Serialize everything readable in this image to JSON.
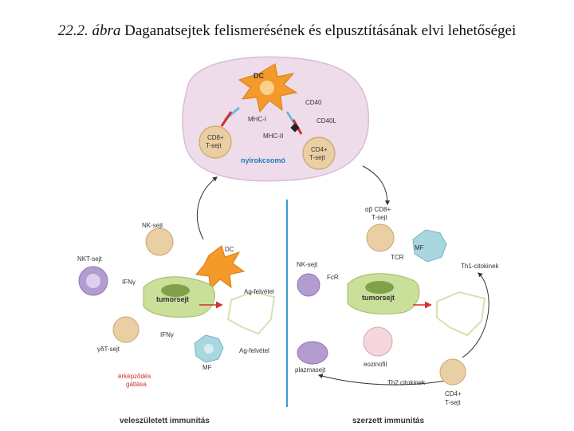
{
  "caption": {
    "number": "22.2. ábra",
    "title": "Daganatsejtek felismerésének és elpusztításának elvi lehetőségei"
  },
  "lymph_node": {
    "label": "nyirokcsomó",
    "dc": "DC",
    "cd40": "CD40",
    "cd40l": "CD40L",
    "mhc1": "MHC-I",
    "mhc2": "MHC-II",
    "cd8_line1": "CD8+",
    "cd8_line2": "T-sejt",
    "cd4_line1": "CD4+",
    "cd4_line2": "T-sejt"
  },
  "innate": {
    "nk": "NK-sejt",
    "nkt": "NKT-sejt",
    "ifn1": "IFNγ",
    "ifn2": "IFNγ",
    "gdt": "γδT-sejt",
    "dc": "DC",
    "tumor": "tumorsejt",
    "ag1": "Ag-felvétel",
    "ag2": "Ag-felvétel",
    "mf": "MF",
    "angio_line1": "érképződés",
    "angio_line2": "gátlása",
    "footer": "veleszületett immunitás"
  },
  "adaptive": {
    "cd8_line1": "αβ CD8+",
    "cd8_line2": "T-sejt",
    "nk": "NK-sejt",
    "tcr": "TCR",
    "fcr": "FcR",
    "mf": "MF",
    "th1": "Th1-citokinek",
    "tumor": "tumorsejt",
    "eos": "eozinofil",
    "plasma": "plazmasejt",
    "th2": "Th2 citokinek",
    "cd4_line1": "CD4+",
    "cd4_line2": "T-sejt",
    "footer": "szerzett immunitás"
  },
  "colors": {
    "node_fill": "#efdcea",
    "dc_orange": "#f39a2a",
    "tumor_green": "#c9df9a",
    "tcell_tan": "#e9cfa3",
    "nk_purple": "#b39cd0",
    "divider_blue": "#3a9ad9",
    "arrow_red": "#d0312d"
  }
}
